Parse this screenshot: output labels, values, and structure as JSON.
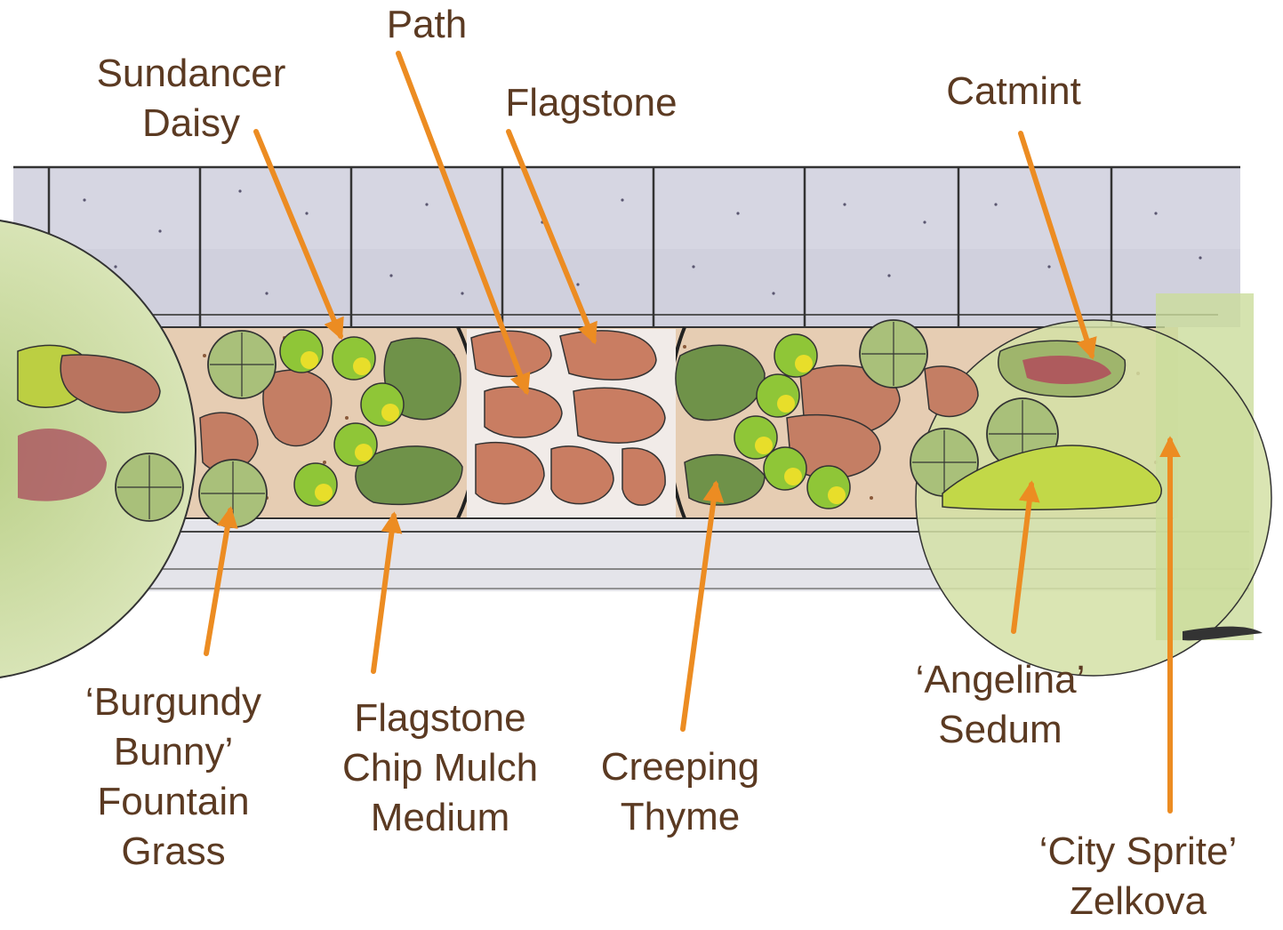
{
  "labels": {
    "path": "Path",
    "sundancer_daisy": [
      "Sundancer",
      "Daisy"
    ],
    "flagstone": "Flagstone",
    "catmint": "Catmint",
    "burgundy_bunny": [
      "‘Burgundy",
      "Bunny’",
      "Fountain",
      "Grass"
    ],
    "flagstone_chip_mulch": [
      "Flagstone",
      "Chip Mulch",
      "Medium"
    ],
    "creeping_thyme": [
      "Creeping",
      "Thyme"
    ],
    "angelina_sedum": [
      "‘Angelina’",
      "Sedum"
    ],
    "city_sprite_zelkova": [
      "‘City Sprite’",
      "Zelkova"
    ]
  },
  "colors": {
    "label_text": "#5b3a22",
    "arrow": "#ec8c22",
    "flagstone": "#c97d62",
    "thyme": "#6f9249",
    "daisy": "#8fc637",
    "daisy_center": "#e8de2a",
    "mulch": "#e6cdb3",
    "catmint": "#b2455a",
    "sedum": "#c2d848",
    "zelkova": "#c5d69a",
    "fence": "#d2d2de",
    "walkway": "#e5e5ec"
  }
}
